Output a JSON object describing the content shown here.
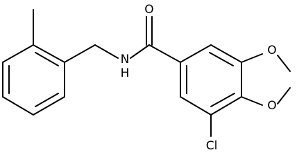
{
  "molecule": {
    "atoms": {
      "oxygen_carbonyl": "O",
      "amide_nitrogen": "N",
      "amide_hydrogen": "H",
      "ring_oxygen_upper": "O",
      "ring_oxygen_lower": "O",
      "chlorine": "Cl"
    }
  },
  "colors": {
    "bond": "#000000",
    "label": "#000000",
    "background": "#ffffff"
  }
}
